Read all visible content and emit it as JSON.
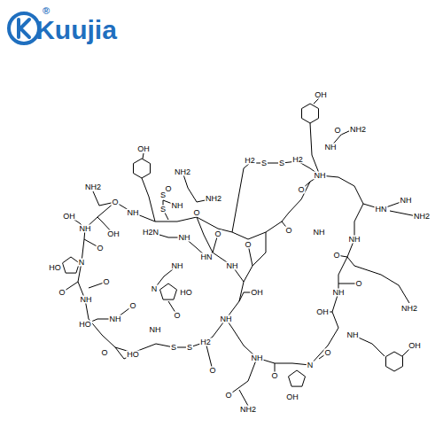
{
  "diagram": {
    "labels": [
      "Kuujia",
      "®",
      "OH",
      "O",
      "NH2",
      "NH",
      "OH",
      "NH2",
      "O",
      "NH2",
      "O",
      "NH",
      "S",
      "S",
      "H2",
      "S",
      "S",
      "H2",
      "NH",
      "O",
      "HN",
      "NH",
      "NH2",
      "NH2",
      "O",
      "NH",
      "OH",
      "NH",
      "OH",
      "O",
      "HO",
      "N",
      "O",
      "NH",
      "O",
      "HO",
      "NH",
      "O",
      "HO",
      "O",
      "NH",
      "H2N",
      "NH",
      "HN",
      "NH",
      "O",
      "HO",
      "N",
      "O",
      "S",
      "S",
      "H2",
      "NH",
      "O",
      "OH",
      "NH",
      "O",
      "NH2",
      "O",
      "NH",
      "O",
      "OH",
      "N",
      "O",
      "NH",
      "OH",
      "OH",
      "NH",
      "O",
      "NH2",
      "NH",
      "O",
      "NH",
      "O"
    ]
  }
}
